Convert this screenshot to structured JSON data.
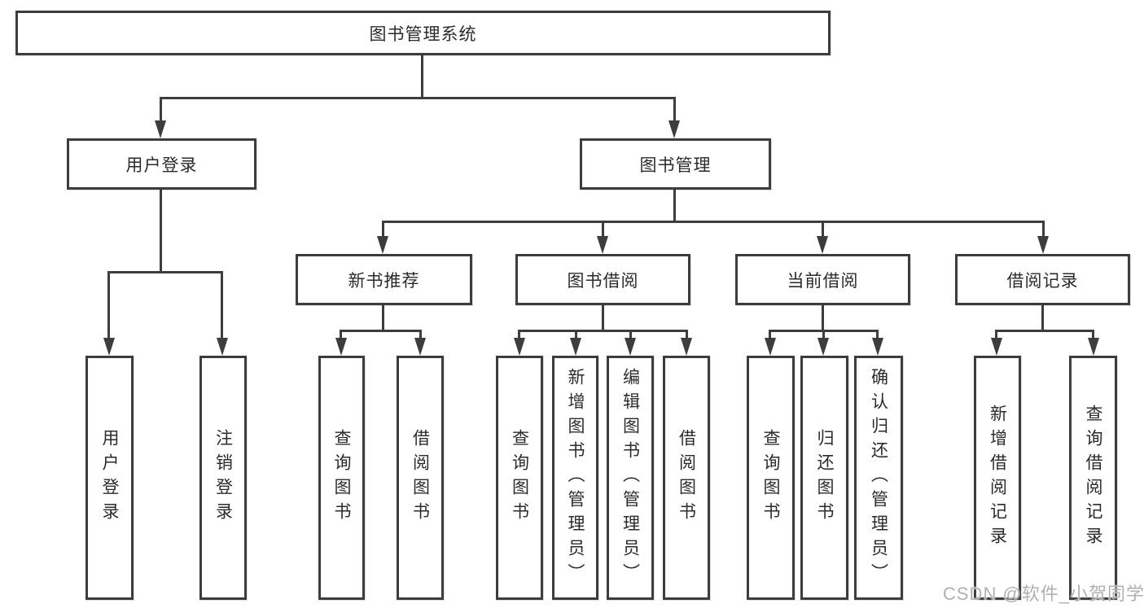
{
  "tree": {
    "root": {
      "label": "图书管理系统"
    },
    "branches": [
      {
        "label": "用户登录",
        "children": [
          {
            "label": "用户登录"
          },
          {
            "label": "注销登录"
          }
        ]
      },
      {
        "label": "图书管理",
        "children": [
          {
            "label": "新书推荐",
            "children": [
              {
                "label": "查询图书"
              },
              {
                "label": "借阅图书"
              }
            ]
          },
          {
            "label": "图书借阅",
            "children": [
              {
                "label": "查询图书"
              },
              {
                "label": "新增图书（管理员）"
              },
              {
                "label": "编辑图书（管理员）"
              },
              {
                "label": "借阅图书"
              }
            ]
          },
          {
            "label": "当前借阅",
            "children": [
              {
                "label": "查询图书"
              },
              {
                "label": "归还图书"
              },
              {
                "label": "确认归还（管理员）"
              }
            ]
          },
          {
            "label": "借阅记录",
            "children": [
              {
                "label": "新增借阅记录"
              },
              {
                "label": "查询借阅记录"
              }
            ]
          }
        ]
      }
    ]
  },
  "watermark": {
    "text": "CSDN @软件_小贺同学"
  },
  "colors": {
    "line": "#3d3d3d",
    "text": "#2b2b2b",
    "watermark": "#b0b0b0",
    "background": "#ffffff"
  }
}
